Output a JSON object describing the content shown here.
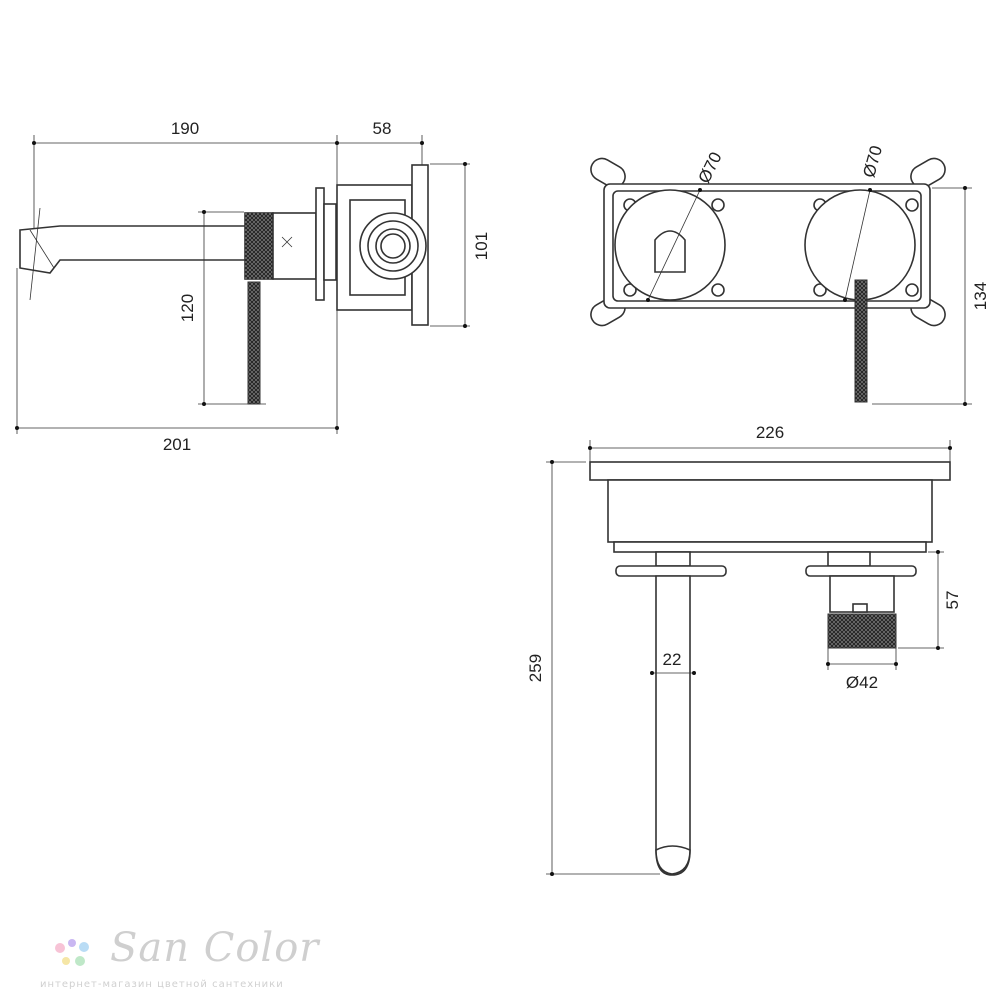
{
  "dimensions": {
    "side_top_left": "190",
    "side_top_right": "58",
    "side_height": "101",
    "side_drop": "120",
    "side_bottom": "201",
    "front_diam_left": "Ø70",
    "front_diam_right": "Ø70",
    "front_height": "134",
    "top_width": "226",
    "top_depth": "259",
    "top_knob_depth": "57",
    "top_spout_diam": "22",
    "top_knob_diam": "Ø42"
  },
  "watermark": {
    "logo": "San Color",
    "tagline": "интернет-магазин цветной сантехники",
    "dot_colors": [
      "#f7c3d6",
      "#c9b7f2",
      "#b9dcf5",
      "#f5e6a6",
      "#bfe8c8"
    ]
  }
}
